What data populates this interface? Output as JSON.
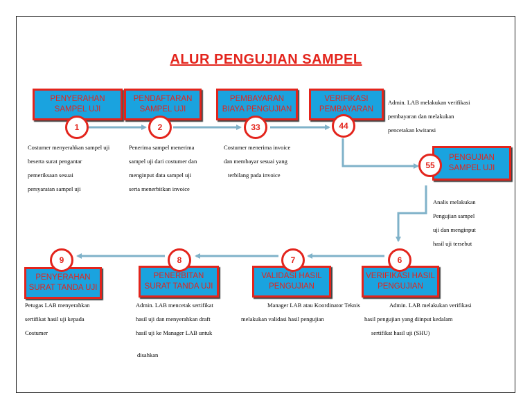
{
  "title": "ALUR PENGUJIAN SAMPEL",
  "colors": {
    "box_fill": "#1aa3df",
    "border": "#e3241c",
    "arrow": "#7fb2c9"
  },
  "steps": [
    {
      "lines": [
        "PENYERAHAN",
        "SAMPEL UJI"
      ],
      "number": "1",
      "desc": [
        "Costumer menyerahkan sampel uji",
        "beserta surat pengantar",
        "pemeriksaan sesuai",
        "persyaratan sampel uji"
      ]
    },
    {
      "lines": [
        "PENDAFTARAN",
        "SAMPEL UJI"
      ],
      "number": "2",
      "desc": [
        "Penerima sampel menerima",
        "sampel uji dari costumer dan",
        "menginput data sampel uji",
        "serta menerbitkan invoice"
      ]
    },
    {
      "lines": [
        "PEMBAYARAN",
        "BIAYA PENGUJIAN"
      ],
      "number": "33",
      "desc": [
        "Costumer menerima invoice",
        "dan membayar sesuai yang",
        "terbilang pada invoice"
      ]
    },
    {
      "lines": [
        "VERIFIKASI",
        "PEMBAYARAN"
      ],
      "number": "44",
      "desc": [
        "Admin. LAB melakukan verifikasi",
        "pembayaran dan melakukan",
        "pencetakan kwitansi"
      ]
    },
    {
      "lines": [
        "PENGUJIAN",
        "SAMPEL UJI"
      ],
      "number": "55",
      "desc": [
        "Analis melakukan",
        "Pengujian sampel",
        "uji dan menginput",
        "hasil uji tersebut"
      ]
    },
    {
      "lines": [
        "VERIFIKASI HASIL",
        "PENGUJIAN"
      ],
      "number": "6",
      "desc": [
        "Admin. LAB melakukan verifikasi",
        "hasil pengujian yang diinput kedalam",
        "sertifikat hasil uji (SHU)"
      ]
    },
    {
      "lines": [
        "VALIDASI HASIL",
        "PENGUJIAN"
      ],
      "number": "7",
      "desc": [
        "Manager LAB atau Koordinator Teknis",
        "melakukan validasi hasil pengujian"
      ]
    },
    {
      "lines": [
        "PENERBITAN",
        "SURAT TANDA UJI"
      ],
      "number": "8",
      "desc": [
        "Admin. LAB mencetak sertifikat",
        "hasil uji dan menyerahkan draft",
        "hasil uji ke Manager LAB untuk",
        "",
        "disahkan"
      ]
    },
    {
      "lines": [
        "PENYERAHAN",
        "SURAT TANDA UJI"
      ],
      "number": "9",
      "desc": [
        "Petugas LAB menyerahkan",
        "sertifikat hasil uji kepada",
        "Costumer"
      ]
    }
  ]
}
